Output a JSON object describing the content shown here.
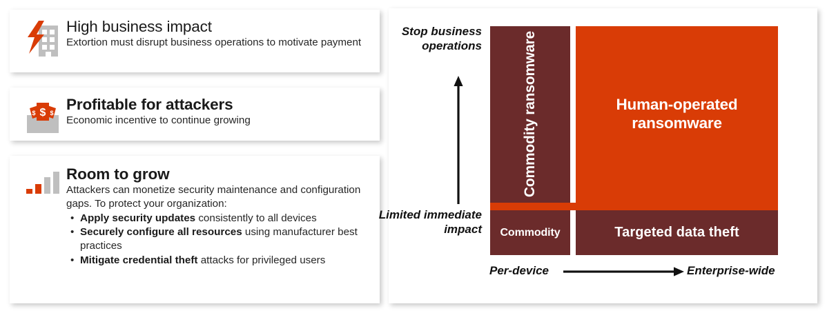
{
  "cards": [
    {
      "id": "high-business-impact",
      "icon": "building-lightning-icon",
      "title": "High business impact",
      "text": "Extortion must disrupt business operations to motivate payment"
    },
    {
      "id": "profitable",
      "icon": "money-envelope-icon",
      "title": "Profitable for attackers",
      "text": "Economic incentive to continue growing"
    },
    {
      "id": "room-to-grow",
      "icon": "bar-chart-icon",
      "title": "Room to grow",
      "text": "Attackers can monetize security maintenance and configuration gaps. To protect your organization:",
      "bullets": [
        {
          "marker": "•",
          "bold": "Apply security updates",
          "rest": " consistently to all devices"
        },
        {
          "marker": "•",
          "bold": "Securely configure all resources",
          "rest": " using manufacturer best practices"
        },
        {
          "marker": "•",
          "bold": "Mitigate credential theft",
          "rest": " attacks for privileged users"
        }
      ]
    }
  ],
  "matrix": {
    "y_axis": {
      "top_label": "Stop business operations",
      "bottom_label": "Limited immediate impact"
    },
    "x_axis": {
      "left_label": "Per-device",
      "right_label": "Enterprise-wide"
    },
    "cells": [
      {
        "id": "commodity-ransomware",
        "label": "Commodity ransomware",
        "color": "#6B2B2B",
        "orientation": "vertical"
      },
      {
        "id": "human-operated",
        "label": "Human-operated ransomware",
        "color": "#D93C06",
        "orientation": "horizontal"
      },
      {
        "id": "commodity",
        "label": "Commodity",
        "color": "#6B2B2B",
        "orientation": "horizontal"
      },
      {
        "id": "targeted-data-theft",
        "label": "Targeted data theft",
        "color": "#6B2B2B",
        "orientation": "horizontal"
      }
    ]
  },
  "colors": {
    "accent_orange": "#D93C06",
    "dark_red": "#6B2B2B",
    "icon_gray": "#BFBFBF",
    "text": "#1a1a1a"
  }
}
